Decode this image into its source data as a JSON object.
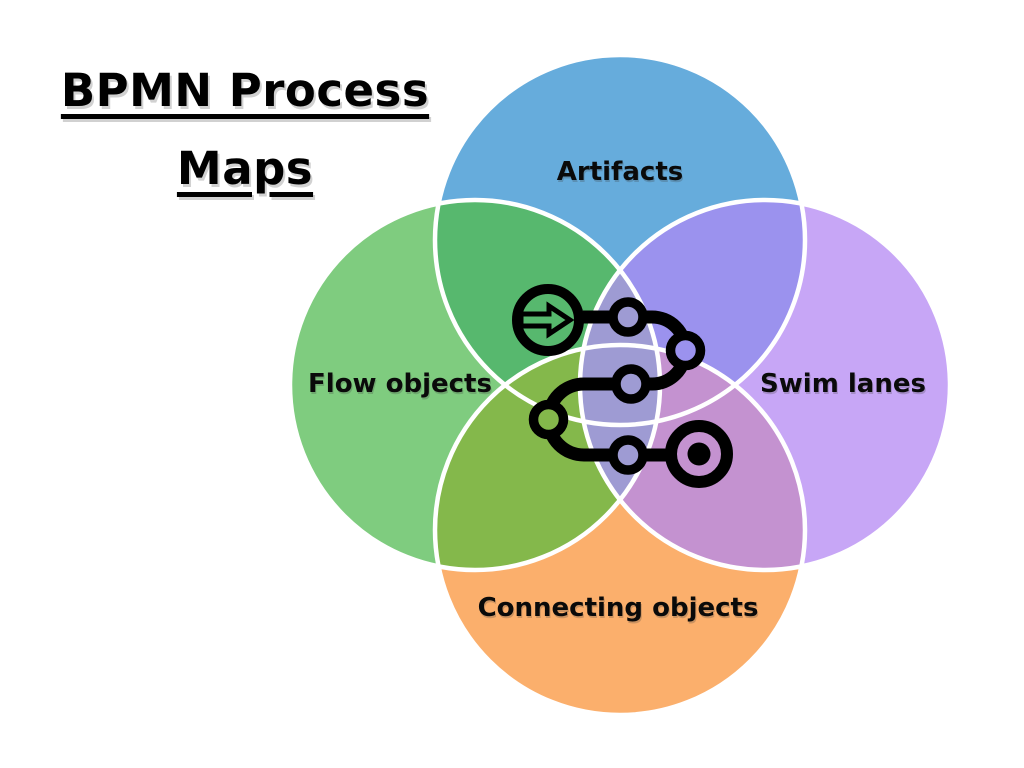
{
  "title": {
    "line1": "BPMN Process",
    "line2": "Maps"
  },
  "diagram": {
    "type": "venn-4-circle",
    "labels": {
      "top": "Artifacts",
      "left": "Flow objects",
      "right": "Swim lanes",
      "bottom": "Connecting objects"
    },
    "colors": {
      "top_circle": "#66ACDC",
      "left_circle": "#7FCC7F",
      "right_circle": "#C7A6F6",
      "bottom_circle": "#FBAF6C",
      "overlap_top_left": "#57B86E",
      "overlap_top_right": "#9B92EE",
      "overlap_bottom_left": "#84B84B",
      "overlap_bottom_right": "#C492D0",
      "overlap_center": "#9E9BD3",
      "outline": "#FFFFFF",
      "icon": "#000000",
      "text": "#0A0A0A"
    },
    "center_icon": {
      "name": "bpmn-process-flow-icon",
      "parts": [
        "start-event-arrow-circle",
        "serpentine-flow-path",
        "five-task-nodes",
        "end-event-bullseye"
      ],
      "node_fills": {
        "node1": "#9E9BD3",
        "node2": "#9B92EE",
        "node3": "#9E9BD3",
        "node4": "#84B84B",
        "node5": "#9E9BD3",
        "start": "#57B86E",
        "end": "#C492D0"
      }
    }
  }
}
